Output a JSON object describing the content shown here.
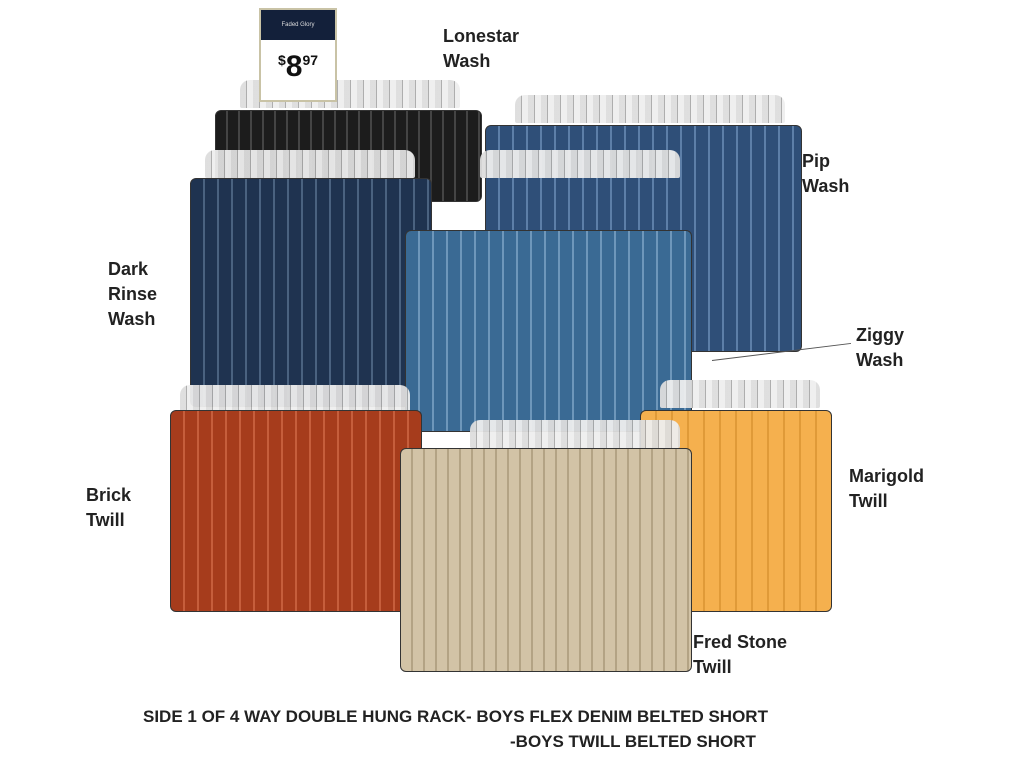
{
  "sign": {
    "brand": "Faded Glory",
    "currency": "$",
    "dollars": "8",
    "cents": "97"
  },
  "labels": {
    "lonestar": [
      "Lonestar",
      "Wash"
    ],
    "pip": [
      "Pip",
      "Wash"
    ],
    "dark_rinse": [
      "Dark",
      "Rinse",
      "Wash"
    ],
    "ziggy": [
      "Ziggy",
      "Wash"
    ],
    "brick": [
      "Brick",
      "Twill"
    ],
    "marigold": [
      "Marigold",
      "Twill"
    ],
    "fred_stone": [
      "Fred Stone",
      "Twill"
    ]
  },
  "caption": {
    "line1": "SIDE 1 OF 4 WAY DOUBLE HUNG RACK- BOYS FLEX DENIM BELTED SHORT",
    "line2": "-BOYS TWILL BELTED SHORT"
  },
  "colors": {
    "lonestar": "#1c1c1c",
    "pip": "#2f4f78",
    "dark_rinse": "#1f3350",
    "ziggy": "#3a6a94",
    "brick": "#a63c1c",
    "fred_stone": "#d2c3a6",
    "marigold": "#f5b04e"
  }
}
